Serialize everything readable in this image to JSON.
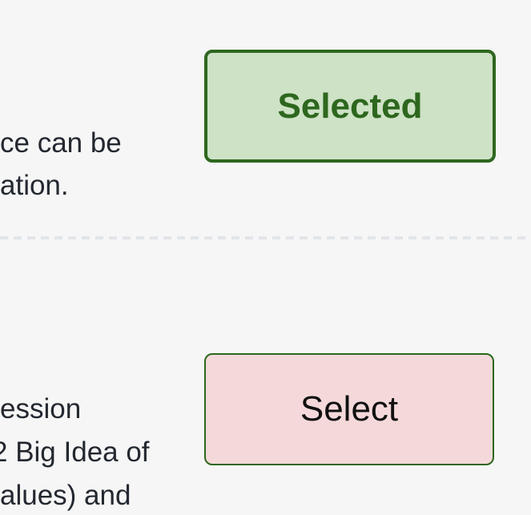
{
  "page": {
    "background_color": "#f6f6f6",
    "text_color": "#232830"
  },
  "divider": {
    "style": "dashed",
    "color": "#e2e5e9"
  },
  "rows": [
    {
      "description_lines": [
        "ce can be",
        "ation."
      ],
      "button": {
        "label": "Selected",
        "state": "selected",
        "background_color": "#cee2c6",
        "border_color": "#2d671e",
        "text_color": "#2d671e"
      }
    },
    {
      "description_lines": [
        "ession",
        "2 Big Idea of",
        "alues) and"
      ],
      "button": {
        "label": "Select",
        "state": "unselected",
        "background_color": "#f5d9da",
        "border_color": "#2d671e",
        "text_color": "#111111"
      }
    }
  ]
}
